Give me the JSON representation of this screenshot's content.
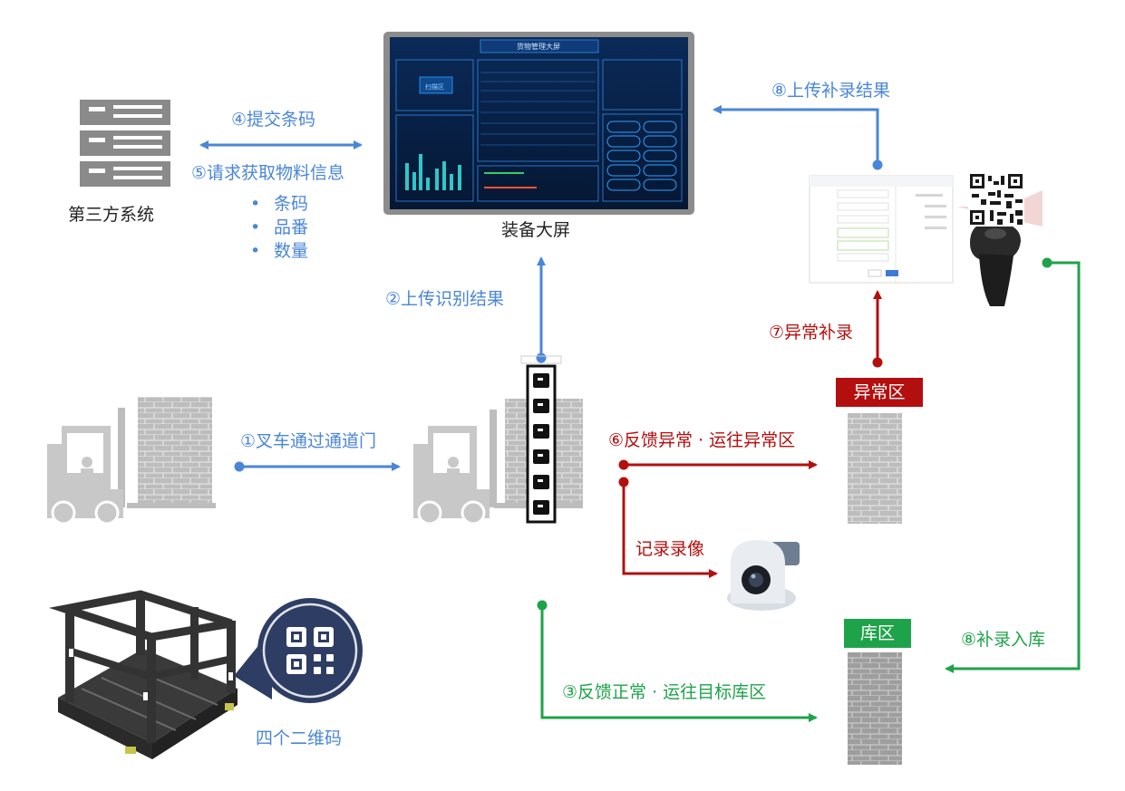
{
  "labels": {
    "step1": "①叉车通过通道门",
    "step2": "②上传识别结果",
    "step3": "③反馈正常 · 运往目标库区",
    "step4": "④提交条码",
    "step5": "⑤请求获取物料信息",
    "step6": "⑥反馈异常 · 运往异常区",
    "step7": "⑦异常补录",
    "step8_upload": "⑧上传补录结果",
    "step8_stock": "⑧补录入库",
    "record_video": "记录录像"
  },
  "material_fields": [
    "条码",
    "品番",
    "数量"
  ],
  "nodes": {
    "third_party": "第三方系统",
    "big_screen": "装备大屏",
    "abnormal_zone": "异常区",
    "storage_zone": "库区",
    "qr_codes": "四个二维码"
  },
  "screen": {
    "title": "货物管理大屏",
    "scan_button": "扫描区"
  },
  "colors": {
    "blue": "#4a86d8",
    "red": "#b40f0f",
    "green": "#1fa34a",
    "gray": "#c4c4c4"
  },
  "icons": [
    "server-icon",
    "forklift-icon",
    "gate-icon",
    "camera-icon",
    "scanner-icon",
    "pallet-frame-icon",
    "qr-code-icon"
  ]
}
